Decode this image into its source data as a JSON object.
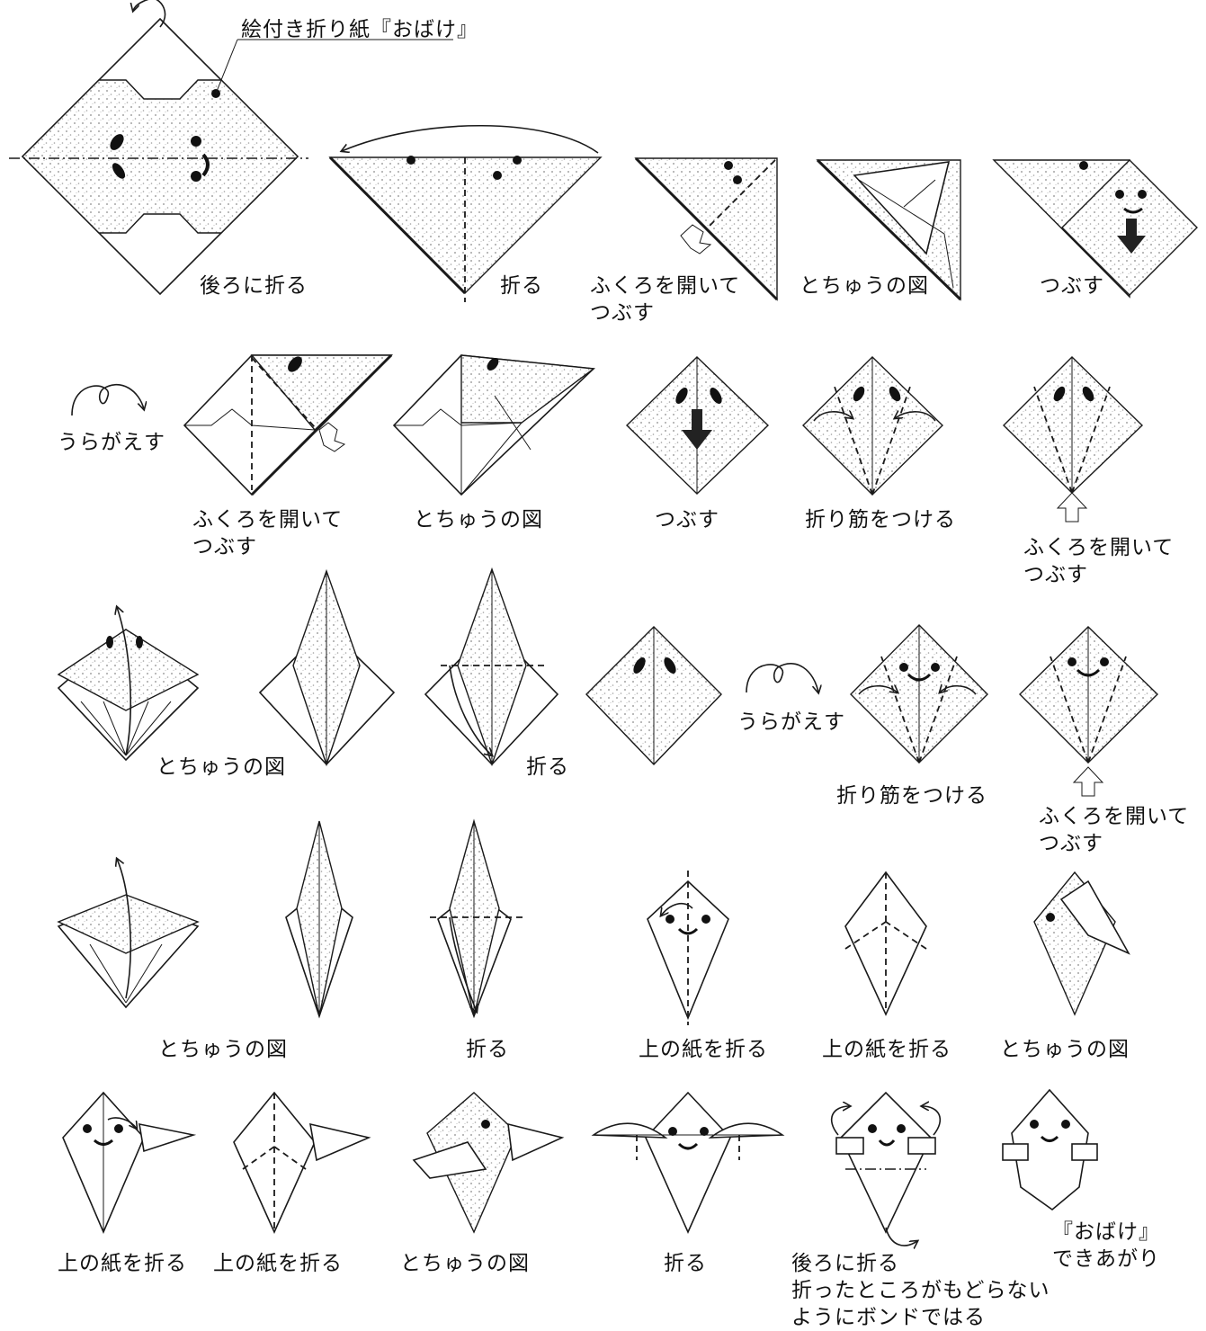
{
  "title": "絵付き折り紙『おばけ』",
  "steps": [
    {
      "lines": [
        "後ろに折る"
      ]
    },
    {
      "lines": [
        "折る"
      ]
    },
    {
      "lines": [
        "ふくろを開いて",
        "つぶす"
      ]
    },
    {
      "lines": [
        "とちゅうの図"
      ]
    },
    {
      "lines": [
        "つぶす"
      ]
    },
    {
      "lines": [
        "うらがえす"
      ]
    },
    {
      "lines": [
        "ふくろを開いて",
        "つぶす"
      ]
    },
    {
      "lines": [
        "とちゅうの図"
      ]
    },
    {
      "lines": [
        "つぶす"
      ]
    },
    {
      "lines": [
        "折り筋をつける"
      ]
    },
    {
      "lines": [
        "ふくろを開いて",
        "つぶす"
      ]
    },
    {
      "lines": [
        "とちゅうの図"
      ]
    },
    {
      "lines": [
        "折る"
      ]
    },
    {
      "lines": [
        "うらがえす"
      ]
    },
    {
      "lines": [
        "折り筋をつける"
      ]
    },
    {
      "lines": [
        "ふくろを開いて",
        "つぶす"
      ]
    },
    {
      "lines": [
        "とちゅうの図"
      ]
    },
    {
      "lines": [
        "折る"
      ]
    },
    {
      "lines": [
        "上の紙を折る"
      ]
    },
    {
      "lines": [
        "上の紙を折る"
      ]
    },
    {
      "lines": [
        "とちゅうの図"
      ]
    },
    {
      "lines": [
        "上の紙を折る"
      ]
    },
    {
      "lines": [
        "上の紙を折る"
      ]
    },
    {
      "lines": [
        "とちゅうの図"
      ]
    },
    {
      "lines": [
        "折る"
      ]
    },
    {
      "lines": [
        "後ろに折る",
        "折ったところがもどらない",
        "ようにボンドではる"
      ]
    },
    {
      "lines": [
        "『おばけ』",
        "できあがり"
      ]
    }
  ]
}
